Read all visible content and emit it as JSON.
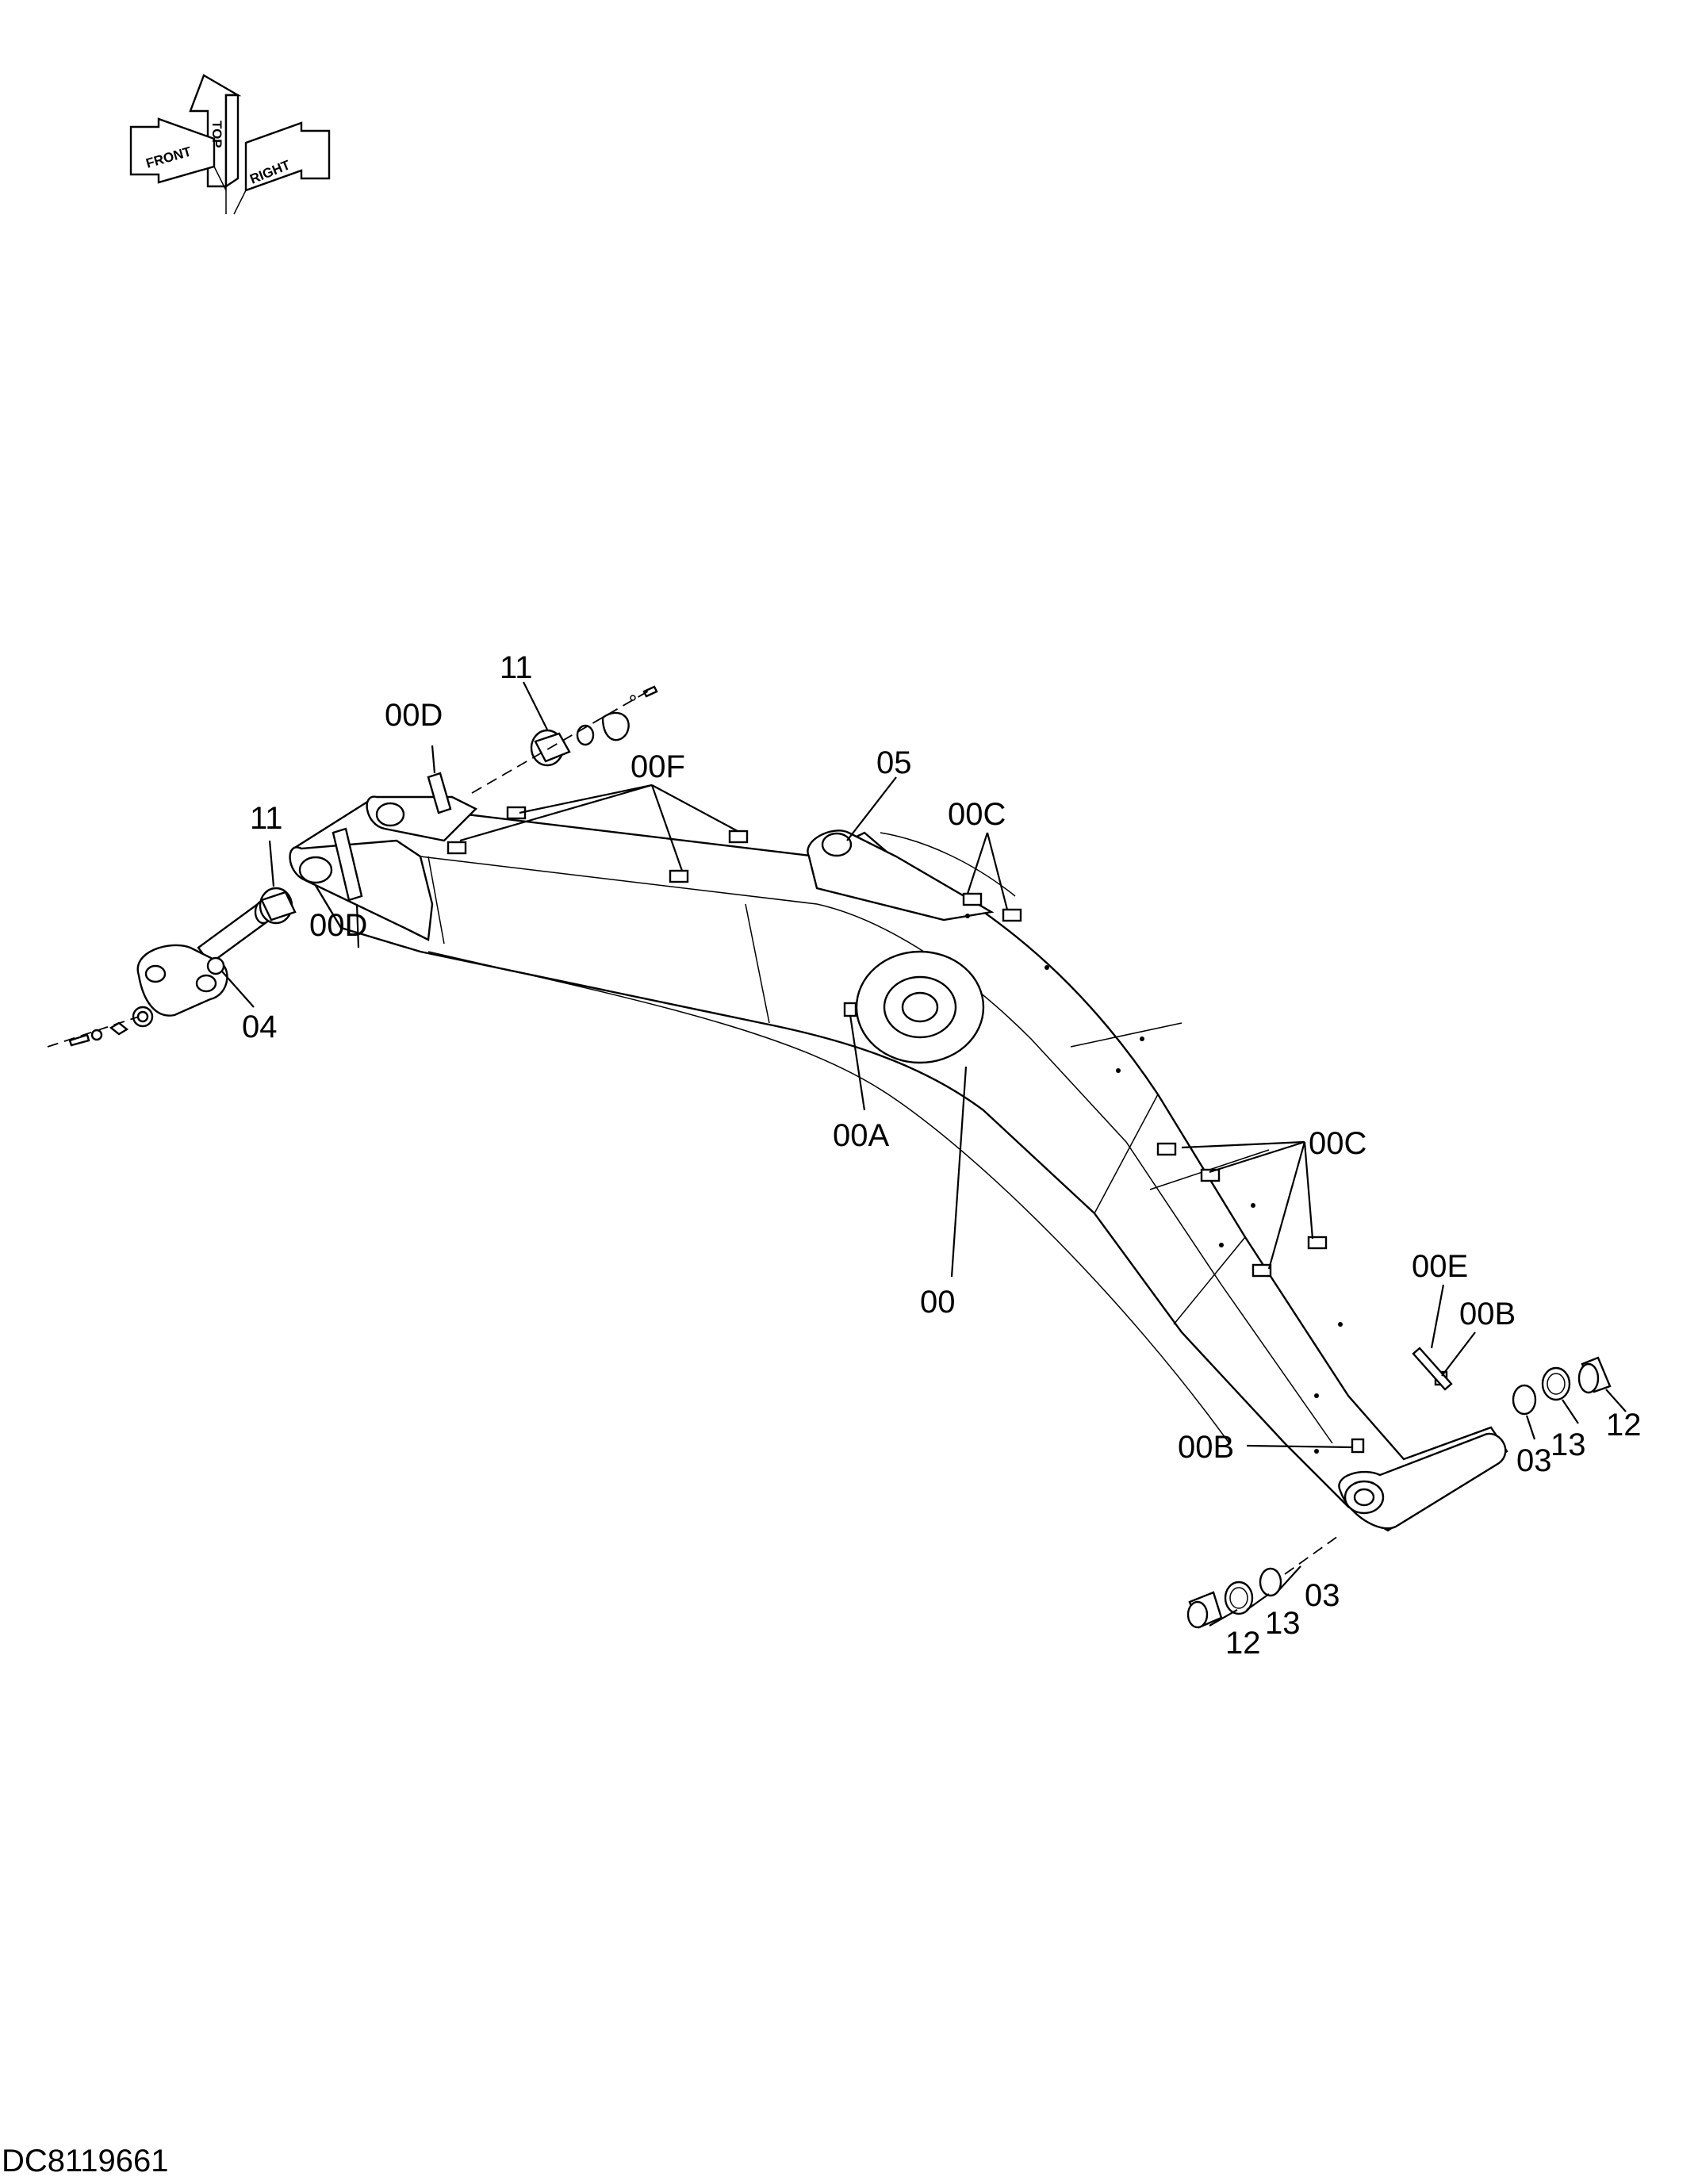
{
  "orientation": {
    "top": "TOP",
    "front": "FRONT",
    "right": "RIGHT"
  },
  "callouts": {
    "c00": "00",
    "c00A": "00A",
    "c00B_upper": "00B",
    "c00B_lower": "00B",
    "c00C_upper": "00C",
    "c00C_lower": "00C",
    "c00D_upper": "00D",
    "c00D_lower": "00D",
    "c00E": "00E",
    "c00F": "00F",
    "c03_right": "03",
    "c03_lower": "03",
    "c04": "04",
    "c05": "05",
    "c11_upper": "11",
    "c11_left": "11",
    "c12_right": "12",
    "c12_lower": "12",
    "c13_right": "13",
    "c13_lower": "13"
  },
  "drawing_code": "DC8119661"
}
